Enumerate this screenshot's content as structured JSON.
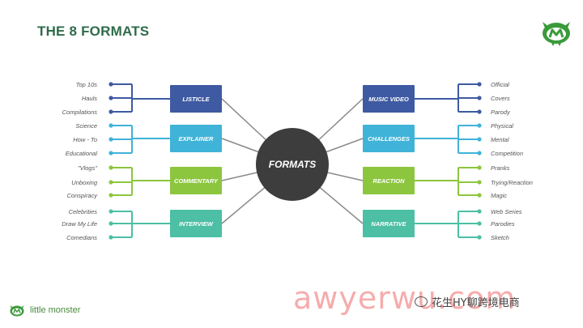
{
  "title": "THE 8 FORMATS",
  "center": "FORMATS",
  "colors": {
    "navy": "#3e5aa2",
    "blue": "#3fb3d8",
    "green": "#8cc63e",
    "teal": "#4cbfa4",
    "center": "#3d3d3d",
    "spoke": "#8a8a8a"
  },
  "left": [
    {
      "label": "LISTICLE",
      "color": "#3e5aa2",
      "items": [
        "Top 10s",
        "Hauls",
        "Compilations"
      ]
    },
    {
      "label": "EXPLAINER",
      "color": "#3fb3d8",
      "items": [
        "Science",
        "How - To",
        "Educational"
      ]
    },
    {
      "label": "COMMENTARY",
      "color": "#8cc63e",
      "items": [
        "\"Vlogs\"",
        "Unboxing",
        "Conspiracy"
      ]
    },
    {
      "label": "INTERVIEW",
      "color": "#4cbfa4",
      "items": [
        "Celebrities",
        "Draw My Life",
        "Comedians"
      ]
    }
  ],
  "right": [
    {
      "label": "MUSIC VIDEO",
      "color": "#3e5aa2",
      "items": [
        "Official",
        "Covers",
        "Parody"
      ]
    },
    {
      "label": "CHALLENGES",
      "color": "#3fb3d8",
      "items": [
        "Physical",
        "Mental",
        "Competition"
      ]
    },
    {
      "label": "REACTION",
      "color": "#8cc63e",
      "items": [
        "Pranks",
        "Trying/Reaction",
        "Magic"
      ]
    },
    {
      "label": "NARRATIVE",
      "color": "#4cbfa4",
      "items": [
        "Web Series",
        "Parodies",
        "Sketch"
      ]
    }
  ],
  "brand": {
    "name": "little monster",
    "logo_icon": "monster-logo-icon"
  },
  "watermark": "awyerwu.com",
  "credit": "花生HY聊跨境电商"
}
